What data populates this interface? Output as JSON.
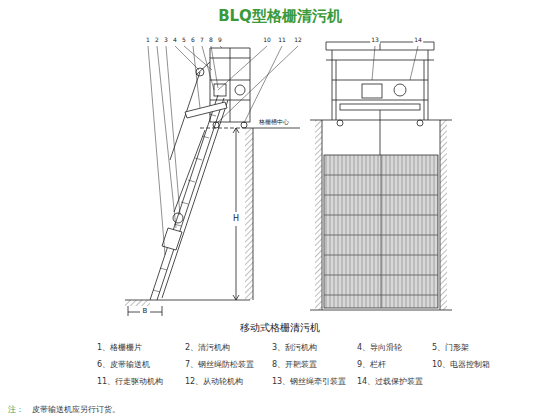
{
  "diagram": {
    "title": "BLQ型格栅清污机",
    "caption": "移动式格栅清污机",
    "labels": [
      "1",
      "2",
      "3",
      "4",
      "5",
      "6",
      "7",
      "8",
      "9",
      "10",
      "11",
      "12",
      "13",
      "14",
      "格栅槽中心",
      "H",
      "B",
      "1、格栅栅片",
      "2、清污机构",
      "3、刮污机构",
      "4、导向滑轮",
      "5、门形架",
      "6、皮带输送机",
      "7、钢丝绳防松装置",
      "8、开耙装置",
      "9、栏杆",
      "10、电器控制箱",
      "11、行走驱动机构",
      "12、从动轮机构",
      "13、钢丝绳牵引装置",
      "14、过载保护装置",
      "注：",
      "皮带输送机应另行订货。"
    ]
  }
}
